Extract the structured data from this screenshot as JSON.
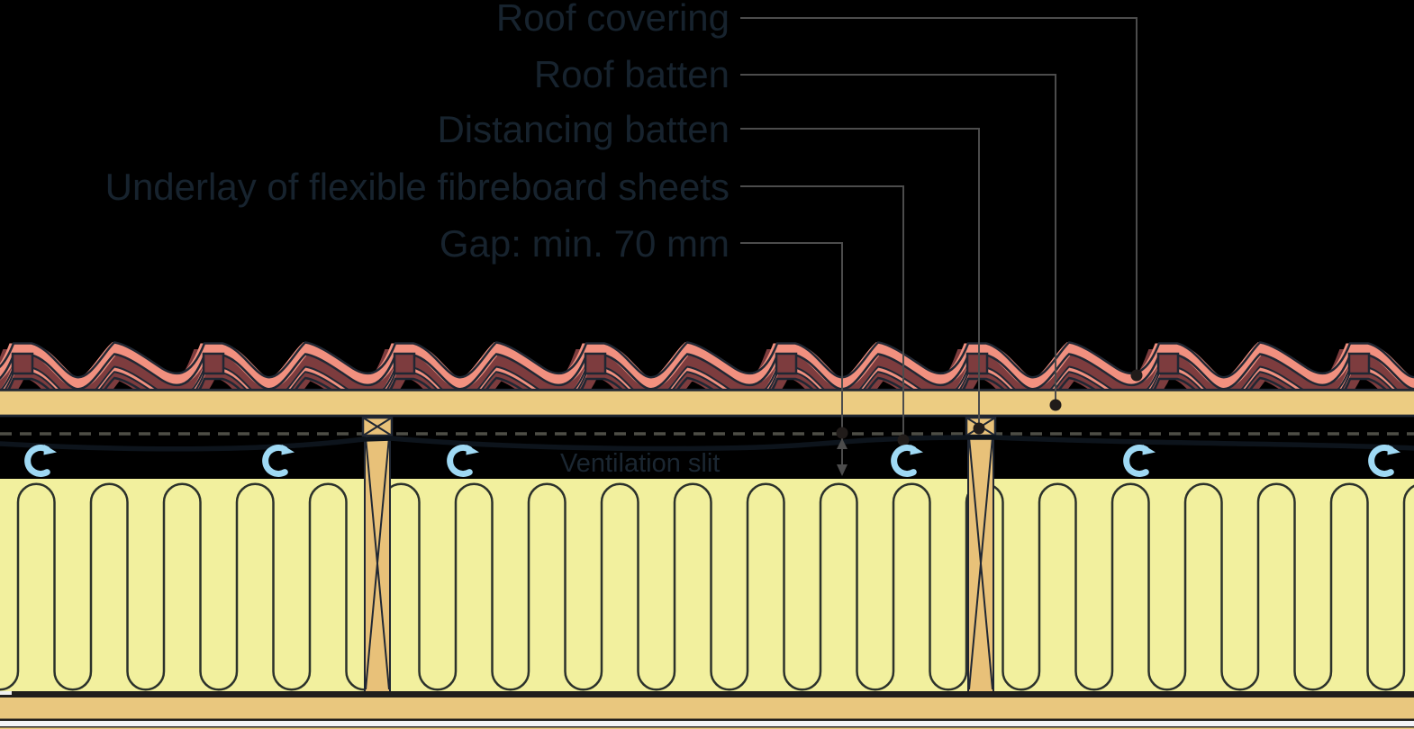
{
  "diagram": {
    "callouts": [
      {
        "label": "Roof covering"
      },
      {
        "label": "Roof batten"
      },
      {
        "label": "Distancing batten"
      },
      {
        "label": "Underlay of flexible fibreboard sheets"
      },
      {
        "label": "Gap: min. 70 mm"
      }
    ],
    "annotations": {
      "ventilation_slit": "Ventilation slit"
    },
    "icons": {
      "ventilation_flow": "clockwise-circular-arrow-icon"
    },
    "colors": {
      "background": "#000000",
      "tile_salmon": "#F1907F",
      "tile_maroon": "#7D3C3E",
      "outline_dark": "#202733",
      "board_wood": "#ECCC82",
      "batten_wood": "#E8C179",
      "insulation_yellow": "#F2F09E",
      "insulation_line": "#2C322B",
      "bottom_dark": "#201E1C",
      "bottom_board": "#E9C77E",
      "white_strip": "#F3F3F7",
      "swirl_blue": "#9FD9F4",
      "label_text": "#17232E",
      "vent_text": "#1B2732",
      "leader_line": "#4C4C4C",
      "leader_dot": "#211C1A",
      "dashed_line": "#4E4E46",
      "underlay_line": "#0D141C"
    }
  }
}
